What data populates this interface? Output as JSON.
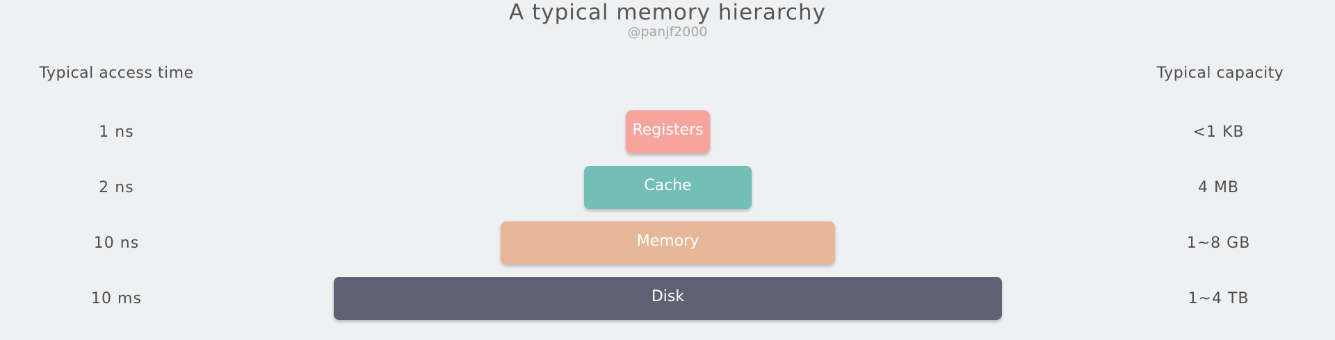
{
  "header": {
    "title": "A typical memory hierarchy",
    "subtitle": "@panjf2000"
  },
  "columns": {
    "left_header": "Typical access time",
    "right_header": "Typical capacity"
  },
  "tiers": [
    {
      "name": "Registers",
      "access_time": "1 ns",
      "capacity": "<1 KB",
      "color": "#f7a59c"
    },
    {
      "name": "Cache",
      "access_time": "2 ns",
      "capacity": "4 MB",
      "color": "#73beb5"
    },
    {
      "name": "Memory",
      "access_time": "10 ns",
      "capacity": "1~8 GB",
      "color": "#e6b799"
    },
    {
      "name": "Disk",
      "access_time": "10 ms",
      "capacity": "1~4 TB",
      "color": "#5d6373"
    }
  ]
}
